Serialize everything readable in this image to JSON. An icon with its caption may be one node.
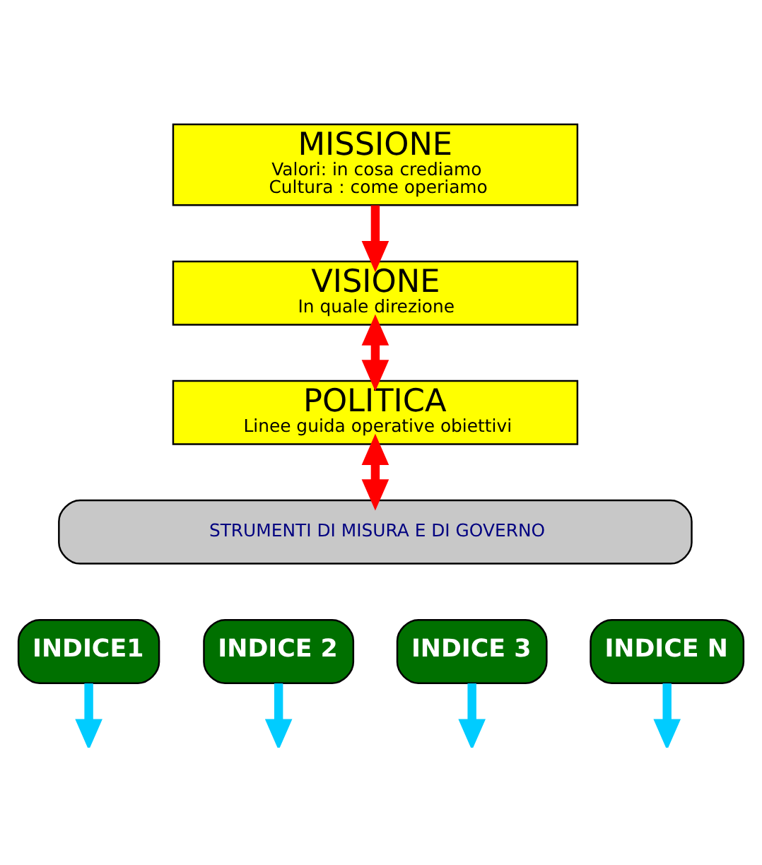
{
  "diagram": {
    "nodes": [
      {
        "text": [
          "MISSIONE",
          "Valori: in cosa crediamo",
          "Cultura : come operiamo"
        ]
      },
      {
        "text": [
          "VISIONE",
          "In quale direzione"
        ]
      },
      {
        "text": [
          "POLITICA",
          "Linee guida operative obiettivi"
        ]
      },
      {
        "text": [
          "STRUMENTI DI MISURA E DI GOVERNO"
        ]
      },
      {
        "text": [
          "INDICE1"
        ]
      },
      {
        "text": [
          "INDICE 2"
        ]
      },
      {
        "text": [
          "INDICE 3"
        ]
      },
      {
        "text": [
          "INDICE N"
        ]
      }
    ],
    "edges": [
      {
        "from": 0,
        "to": 1,
        "arrow": "to",
        "color": "#ff0000"
      },
      {
        "from": 1,
        "to": 2,
        "arrow": "both",
        "color": "#ff0000"
      },
      {
        "from": 2,
        "to": 3,
        "arrow": "both",
        "color": "#ff0000"
      },
      {
        "from": 4,
        "to": null,
        "arrow": "to",
        "color": "#00ccff"
      },
      {
        "from": 5,
        "to": null,
        "arrow": "to",
        "color": "#00ccff"
      },
      {
        "from": 6,
        "to": null,
        "arrow": "to",
        "color": "#00ccff"
      },
      {
        "from": 7,
        "to": null,
        "arrow": "to",
        "color": "#00ccff"
      }
    ]
  }
}
